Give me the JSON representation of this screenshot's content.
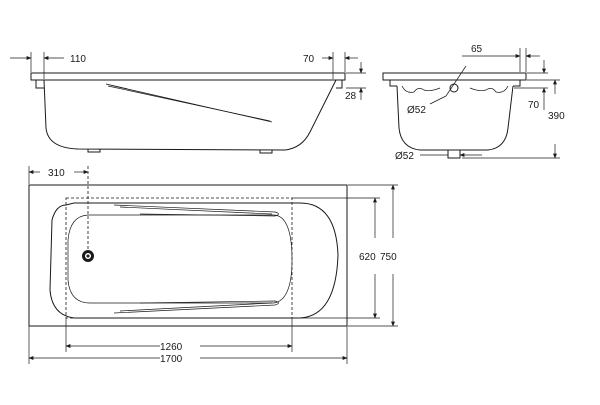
{
  "dimensions": {
    "rim_side_left": "110",
    "rim_side_right": "70",
    "rim_height": "28",
    "rim_end_width": "65",
    "rim_end_height": "70",
    "overall_height": "390",
    "overflow_diameter": "Ø52",
    "drain_diameter": "Ø52",
    "drain_offset": "310",
    "inner_width": "620",
    "outer_width": "750",
    "inner_length": "1260",
    "outer_length": "1700"
  }
}
